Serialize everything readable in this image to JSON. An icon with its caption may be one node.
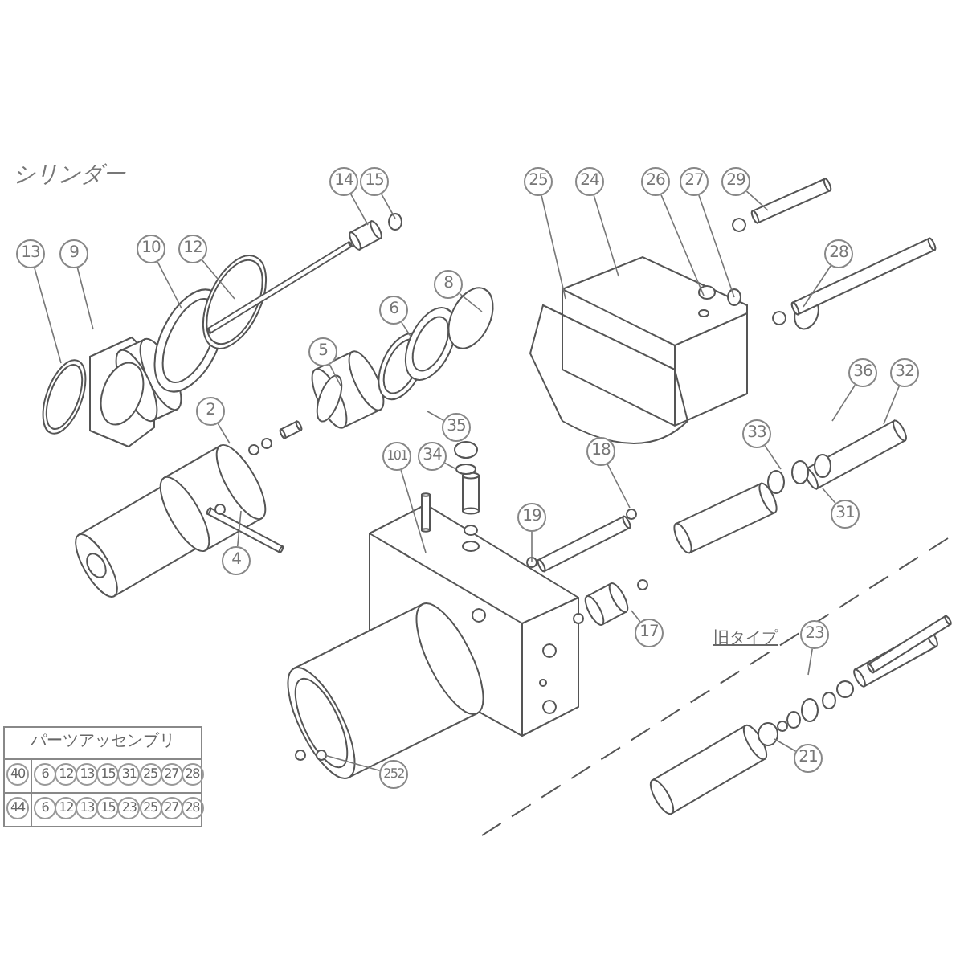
{
  "diagram": {
    "title": "シリンダー",
    "nodes": [
      {
        "text": [
          "13"
        ]
      },
      {
        "text": [
          "9"
        ]
      },
      {
        "text": [
          "10"
        ]
      },
      {
        "text": [
          "12"
        ]
      },
      {
        "text": [
          "14"
        ]
      },
      {
        "text": [
          "15"
        ]
      },
      {
        "text": [
          "25"
        ]
      },
      {
        "text": [
          "24"
        ]
      },
      {
        "text": [
          "26"
        ]
      },
      {
        "text": [
          "27"
        ]
      },
      {
        "text": [
          "29"
        ]
      },
      {
        "text": [
          "8"
        ]
      },
      {
        "text": [
          "6"
        ]
      },
      {
        "text": [
          "28"
        ]
      },
      {
        "text": [
          "5"
        ]
      },
      {
        "text": [
          "36"
        ]
      },
      {
        "text": [
          "32"
        ]
      },
      {
        "text": [
          "2"
        ]
      },
      {
        "text": [
          "35"
        ]
      },
      {
        "text": [
          "33"
        ]
      },
      {
        "text": [
          "18"
        ]
      },
      {
        "text": [
          "101"
        ]
      },
      {
        "text": [
          "34"
        ]
      },
      {
        "text": [
          "31"
        ]
      },
      {
        "text": [
          "19"
        ]
      },
      {
        "text": [
          "4"
        ]
      },
      {
        "text": [
          "17"
        ]
      },
      {
        "text": [
          "23"
        ]
      },
      {
        "text": [
          "21"
        ]
      },
      {
        "text": [
          "252"
        ]
      }
    ],
    "edges": [
      {
        "from": 0,
        "to": null,
        "arrow": "none"
      },
      {
        "from": 1,
        "to": null,
        "arrow": "none"
      },
      {
        "from": 2,
        "to": null,
        "arrow": "none"
      },
      {
        "from": 3,
        "to": null,
        "arrow": "none"
      },
      {
        "from": 4,
        "to": null,
        "arrow": "none"
      },
      {
        "from": 5,
        "to": null,
        "arrow": "none"
      },
      {
        "from": 6,
        "to": null,
        "arrow": "none"
      },
      {
        "from": 7,
        "to": null,
        "arrow": "none"
      },
      {
        "from": 8,
        "to": null,
        "arrow": "none"
      },
      {
        "from": 9,
        "to": null,
        "arrow": "none"
      },
      {
        "from": 10,
        "to": null,
        "arrow": "none"
      },
      {
        "from": 11,
        "to": null,
        "arrow": "none"
      },
      {
        "from": 12,
        "to": null,
        "arrow": "none"
      },
      {
        "from": 13,
        "to": null,
        "arrow": "none"
      },
      {
        "from": 14,
        "to": null,
        "arrow": "none"
      },
      {
        "from": 15,
        "to": null,
        "arrow": "none"
      },
      {
        "from": 16,
        "to": null,
        "arrow": "none"
      },
      {
        "from": 17,
        "to": null,
        "arrow": "none"
      },
      {
        "from": 18,
        "to": null,
        "arrow": "none"
      },
      {
        "from": 19,
        "to": null,
        "arrow": "none"
      },
      {
        "from": 20,
        "to": null,
        "arrow": "none"
      },
      {
        "from": 21,
        "to": null,
        "arrow": "none"
      },
      {
        "from": 22,
        "to": null,
        "arrow": "none"
      },
      {
        "from": 23,
        "to": null,
        "arrow": "none"
      },
      {
        "from": 24,
        "to": null,
        "arrow": "none"
      },
      {
        "from": 25,
        "to": null,
        "arrow": "none"
      },
      {
        "from": 26,
        "to": null,
        "arrow": "none"
      },
      {
        "from": 27,
        "to": null,
        "arrow": "none"
      },
      {
        "from": 28,
        "to": null,
        "arrow": "none"
      },
      {
        "from": 29,
        "to": null,
        "arrow": "none"
      }
    ],
    "labels": [
      "旧タイプ",
      "パーツアッセンブリ",
      "40",
      "6",
      "12",
      "13",
      "15",
      "31",
      "25",
      "27",
      "28",
      "44",
      "6",
      "12",
      "13",
      "15",
      "23",
      "25",
      "27",
      "28"
    ]
  }
}
